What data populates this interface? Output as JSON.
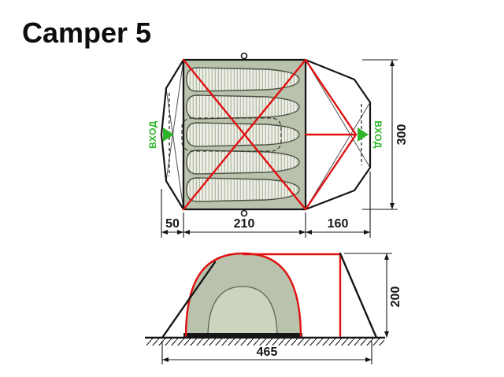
{
  "title": "Camper 5",
  "top_view": {
    "entrance_left_label": "ВХОД",
    "entrance_right_label": "ВХОД",
    "dim_left_vestibule": "50",
    "dim_inner_width": "210",
    "dim_right_vestibule": "160",
    "dim_depth": "300",
    "sleeping_bags_count": 5
  },
  "side_view": {
    "dim_total_width": "465",
    "dim_height": "200"
  },
  "colors": {
    "frame-red": "#e01010",
    "entrance-green": "#2fb52a",
    "floor-green": "#b9c2ad",
    "ink": "#161616"
  }
}
